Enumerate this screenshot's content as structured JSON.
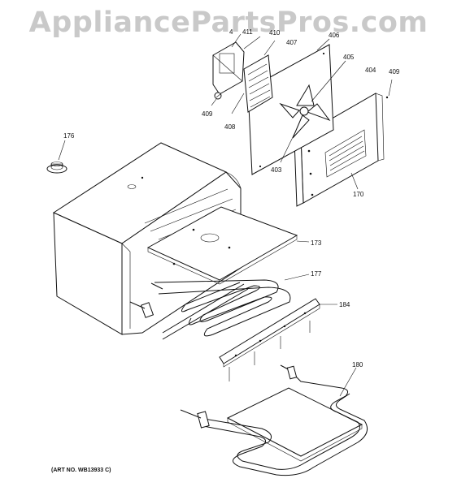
{
  "watermark": "AppliancePartsPros.com",
  "art_number": "(ART NO. WB13933 C)",
  "callouts": {
    "p176": "176",
    "p170": "170",
    "p173": "173",
    "p177": "177",
    "p184": "184",
    "p180": "180",
    "p403": "403",
    "p404": "404",
    "p405": "405",
    "p406": "406",
    "p407": "407",
    "p408": "408",
    "p409a": "409",
    "p409b": "409",
    "p410": "410",
    "p411": "411",
    "p4": "4"
  }
}
